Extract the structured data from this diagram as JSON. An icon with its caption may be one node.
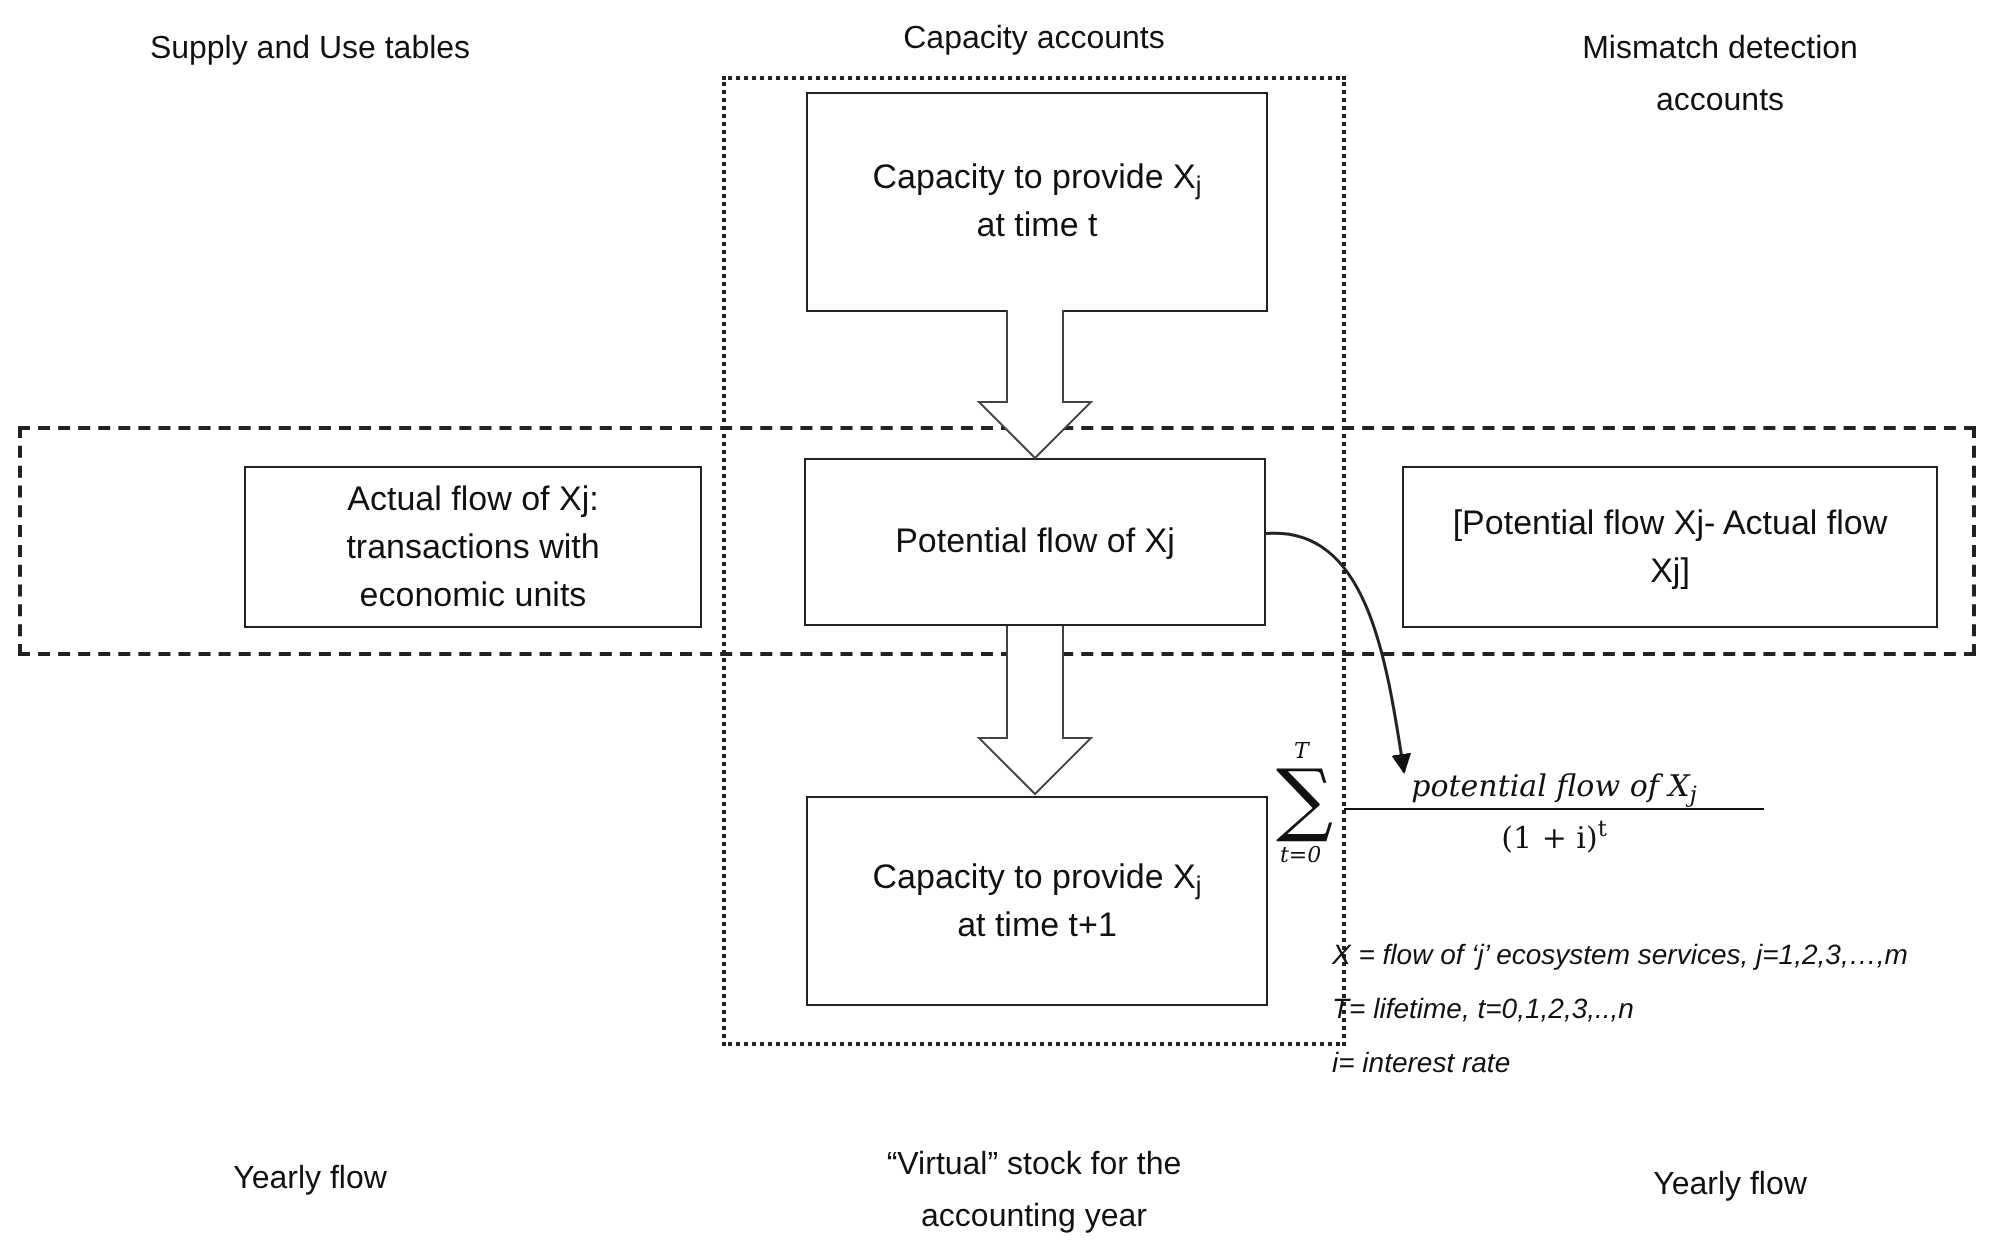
{
  "diagram": {
    "nodes": [
      {
        "text": [
          "Capacity accounts"
        ],
        "beside": [
          "“Virtual” stock for the accounting year"
        ]
      },
      {
        "text": [],
        "shape": "box"
      },
      {
        "text": [
          "Capacity to provide X$_{j}$ at time t"
        ],
        "in": 0
      },
      {
        "text": [
          "Actual flow of Xj: transactions with economic units"
        ],
        "in": 1
      },
      {
        "text": [
          "Potential flow of Xj"
        ]
      },
      {
        "text": [
          "[Potential flow Xj- Actual flow Xj]"
        ],
        "in": 1
      },
      {
        "text": [
          "Capacity to provide X$_{j}$ at time t+1"
        ],
        "in": 0
      },
      {
        "text": [
          "T",
          "∑",
          "t=0",
          "potential flow of X$_{j}$",
          "(1 + i)$^{t}$"
        ]
      }
    ],
    "edges": [
      {
        "from": 2,
        "to": 4,
        "arrow": "to"
      },
      {
        "from": 4,
        "to": 6,
        "arrow": "to"
      },
      {
        "from": 4,
        "to": 7,
        "arrow": "to"
      }
    ],
    "labels": [
      "Supply and Use tables",
      "Mismatch detection accounts",
      "X = flow of ‘j’ ecosystem services, j=1,2,3,…,m",
      "T= lifetime, t=0,1,2,3,..,n",
      "i= interest rate",
      "Yearly flow",
      "Yearly flow"
    ]
  }
}
